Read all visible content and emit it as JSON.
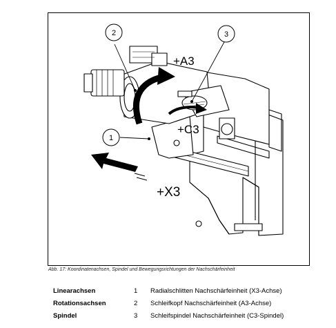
{
  "figure": {
    "labels": {
      "a3": "+A3",
      "c3": "+C3",
      "x3": "+X3"
    },
    "callouts": [
      {
        "number": "1"
      },
      {
        "number": "2"
      },
      {
        "number": "3"
      }
    ],
    "caption": "Abb. 17: Koordinatenachsen, Spindel und Bewegungsrichtungen der Nachschärfeinheit"
  },
  "legend": {
    "rows": [
      {
        "category": "Linearachsen",
        "number": "1",
        "description": "Radialschlitten Nachschärfeinheit (X3-Achse)"
      },
      {
        "category": "Rotationsachsen",
        "number": "2",
        "description": "Schleifkopf Nachschärfeinheit (A3-Achse)"
      },
      {
        "category": "Spindel",
        "number": "3",
        "description": "Schleifspindel Nachschärfeinheit (C3-Spindel)"
      }
    ]
  }
}
